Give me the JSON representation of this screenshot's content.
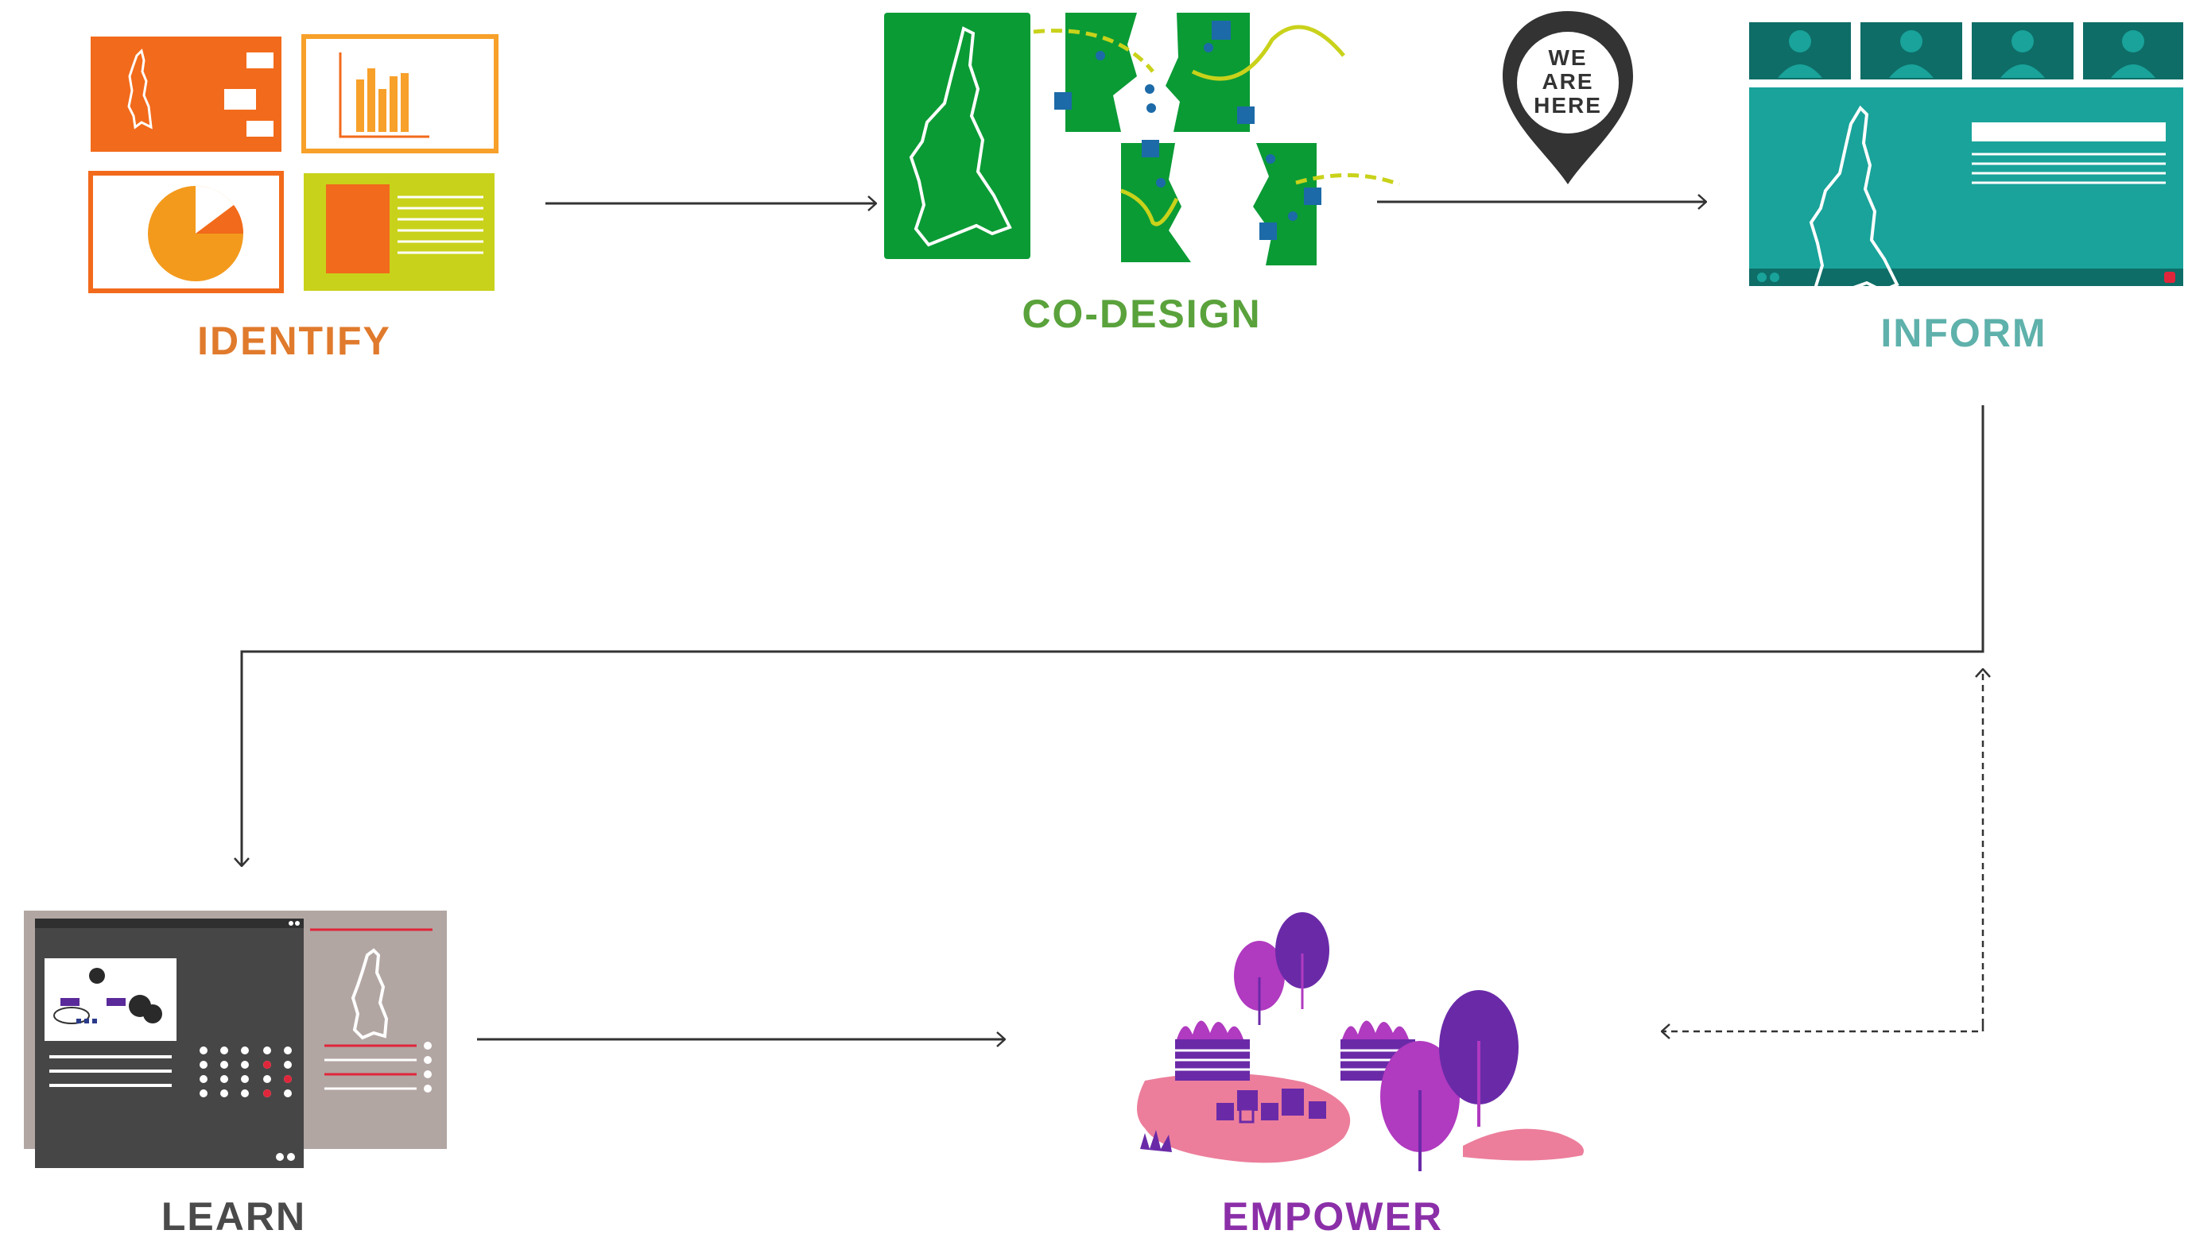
{
  "stages": {
    "identify": {
      "label": "IDENTIFY",
      "color": "#e07a2c"
    },
    "codesign": {
      "label": "CO-DESIGN",
      "color": "#5aa23c"
    },
    "inform": {
      "label": "INFORM",
      "color": "#5fb1ab"
    },
    "learn": {
      "label": "LEARN",
      "color": "#4a4a4a"
    },
    "empower": {
      "label": "EMPOWER",
      "color": "#8b2fa8"
    }
  },
  "pin": {
    "line1": "WE",
    "line2": "ARE",
    "line3": "HERE"
  },
  "colors": {
    "orange": "#f26a1b",
    "orange_light": "#f7a02a",
    "yellow_green": "#c9d21a",
    "green": "#0a9b35",
    "teal": "#19a39a",
    "teal_dark": "#0e6d67",
    "slate": "#474646",
    "taupe": "#b2a6a3",
    "purple": "#6a2aa8",
    "magenta": "#b03ac0",
    "pink": "#ec7e9b",
    "arrow": "#333333"
  },
  "icons": {
    "identify": "dashboard-panels-icon",
    "codesign": "map-puzzle-icon",
    "pin": "location-pin-icon",
    "inform": "video-call-presentation-icon",
    "learn": "e-learning-screen-icon",
    "empower": "park-trees-icon"
  }
}
